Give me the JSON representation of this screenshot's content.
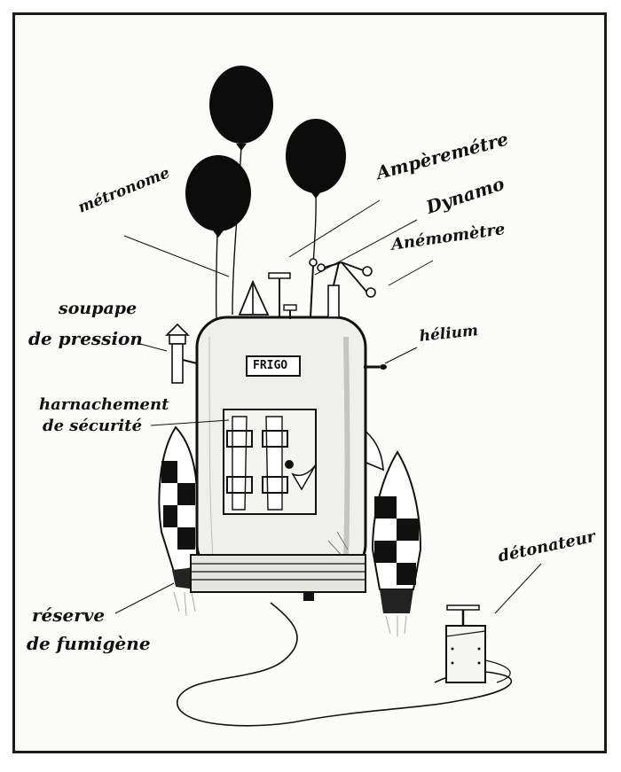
{
  "labels": {
    "metronome": "métronome",
    "amperemetre": "Ampèremétre",
    "dynamo": "Dynamo",
    "anemometre": "Anémomètre",
    "soupape_1": "soupape",
    "soupape_2": "de pression",
    "helium": "hélium",
    "harnachement_1": "harnachement",
    "harnachement_2": "de sécurité",
    "detonateur": "détonateur",
    "reserve_1": "réserve",
    "reserve_2": "de fumigène",
    "frigo": "FRIGO"
  },
  "colors": {
    "ink": "#111111",
    "paper": "#fbfbf9",
    "shade": "#d9d9d6"
  }
}
